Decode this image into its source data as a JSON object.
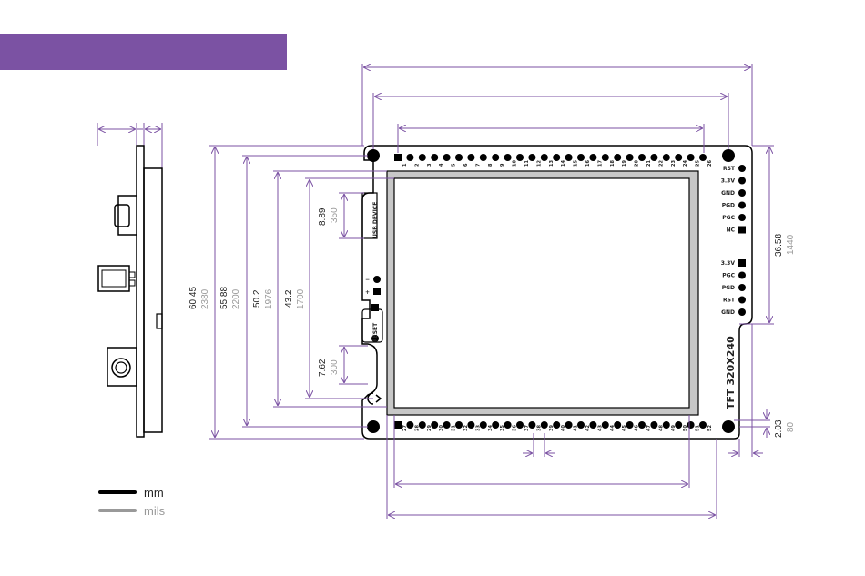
{
  "legend": {
    "mm": "mm",
    "mils": "mils"
  },
  "labels": {
    "usb": "USB DEVICE",
    "reset": "RESET",
    "tft": "TFT 320X240"
  },
  "side_labels_top": [
    "RST",
    "3.3V",
    "GND",
    "PGD",
    "PGC",
    "NC"
  ],
  "side_labels_bottom": [
    "3.3V",
    "PGC",
    "PGD",
    "RST",
    "GND"
  ],
  "pins_top": [
    "1",
    "2",
    "3",
    "4",
    "5",
    "6",
    "7",
    "8",
    "9",
    "10",
    "11",
    "12",
    "13",
    "14",
    "15",
    "16",
    "17",
    "18",
    "19",
    "20",
    "21",
    "22",
    "23",
    "24",
    "25",
    "26"
  ],
  "pins_bottom": [
    "27",
    "28",
    "29",
    "30",
    "31",
    "32",
    "33",
    "34",
    "35",
    "36",
    "37",
    "38",
    "39",
    "40",
    "41",
    "42",
    "43",
    "44",
    "45",
    "46",
    "47",
    "48",
    "49",
    "50",
    "51",
    "52"
  ],
  "dimensions": [
    {
      "mm": "60.45",
      "mils": "2380"
    },
    {
      "mm": "55.88",
      "mils": "2200"
    },
    {
      "mm": "50.2",
      "mils": "1976"
    },
    {
      "mm": "43.2",
      "mils": "1700"
    },
    {
      "mm": "8.89",
      "mils": "350"
    },
    {
      "mm": "7.62",
      "mils": "300"
    },
    {
      "mm": "36.58",
      "mils": "1440"
    },
    {
      "mm": "2.03",
      "mils": "80"
    }
  ],
  "colors": {
    "accent": "#7b52a3",
    "board": "#000000"
  }
}
